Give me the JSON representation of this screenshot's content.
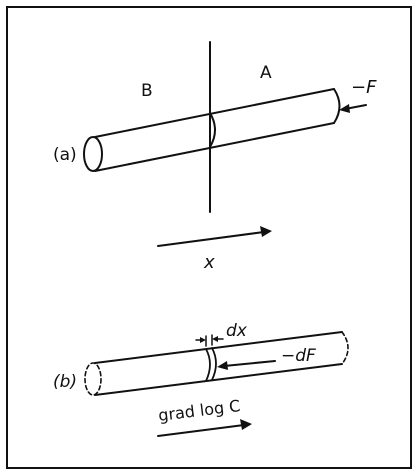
{
  "figure": {
    "part_a": {
      "panel_label": "(a)",
      "region_left": "B",
      "region_right": "A",
      "force_label": "−F",
      "axis_label": "x"
    },
    "part_b": {
      "panel_label": "(b)",
      "element_width_label": "dx",
      "force_increment_label": "−dF",
      "gradient_label": "grad log C"
    }
  }
}
